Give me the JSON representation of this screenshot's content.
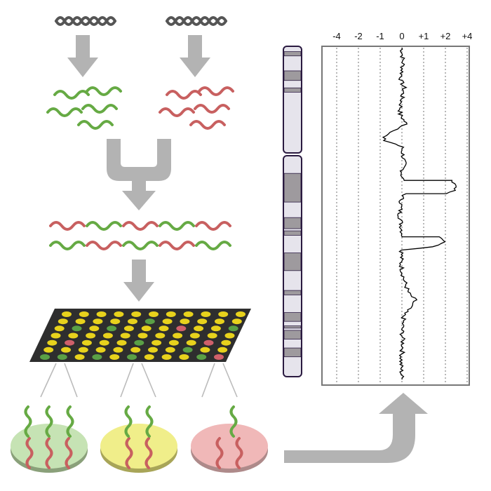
{
  "diagram": {
    "colors": {
      "dna_strand": "#555555",
      "arrow_gray": "#b3b3b3",
      "green_fragment": "#66aa44",
      "red_fragment": "#c86060",
      "array_background": "#2e2e2e",
      "spot_yellow": "#e8d21c",
      "spot_green": "#5aa046",
      "spot_red": "#d0606a",
      "dish_green": "#c6e3b4",
      "dish_yellow": "#f0ee8a",
      "dish_red": "#f0b8b8",
      "chromosome_band_dark": "#9e9a9e",
      "chromosome_band_light": "#e6e4ec",
      "chromosome_outline": "#2a1a40",
      "profile_line": "#000000"
    },
    "icons": [
      "dna-strand-icon",
      "fragment-icon",
      "merge-arrow-icon",
      "microarray-icon",
      "hybridization-dish-icon",
      "chromosome-ideogram-icon"
    ],
    "array_red_spots": [
      [
        2,
        7
      ],
      [
        4,
        1
      ],
      [
        4,
        9
      ],
      [
        6,
        10
      ]
    ],
    "array_green_spots": [
      [
        1,
        5
      ],
      [
        2,
        1
      ],
      [
        2,
        3
      ],
      [
        2,
        10
      ],
      [
        4,
        5
      ],
      [
        5,
        8
      ],
      [
        6,
        0
      ],
      [
        6,
        1
      ],
      [
        6,
        3
      ],
      [
        6,
        5
      ],
      [
        6,
        9
      ]
    ],
    "dishes": [
      {
        "color": "green",
        "unbound_strands": 3,
        "hybridized_strands": 3
      },
      {
        "color": "yellow",
        "unbound_strands": 2,
        "hybridized_strands": 2
      },
      {
        "color": "red",
        "unbound_strands": 1,
        "hybridized_strands": 2
      }
    ],
    "chromosome_bands": {
      "p_arm": [
        [
          0.05,
          0.09,
          "dark"
        ],
        [
          0.23,
          0.32,
          "dark"
        ],
        [
          0.39,
          0.43,
          "dark"
        ]
      ],
      "q_arm": [
        [
          0.08,
          0.21,
          "dark"
        ],
        [
          0.28,
          0.33,
          "dark"
        ],
        [
          0.34,
          0.36,
          "dark"
        ],
        [
          0.44,
          0.52,
          "dark"
        ],
        [
          0.61,
          0.63,
          "dark"
        ],
        [
          0.71,
          0.75,
          "dark"
        ],
        [
          0.77,
          0.78,
          "dark"
        ],
        [
          0.79,
          0.83,
          "dark"
        ],
        [
          0.87,
          0.91,
          "dark"
        ]
      ]
    }
  },
  "chart_data": {
    "type": "line",
    "title": "",
    "xlabel": "",
    "ylabel": "",
    "x_ticks": [
      -4,
      -2,
      -1,
      0,
      1,
      2,
      4
    ],
    "x_tick_labels": [
      "-4",
      "-2",
      "-1",
      "0",
      "+1",
      "+2",
      "+4"
    ],
    "x_axis_position": "top",
    "grid": "dotted vertical lines at each tick",
    "orientation": "vertical profile along chromosome (top to bottom)",
    "y_range": [
      0,
      1
    ],
    "series": [
      {
        "values": [
          [
            0.0,
            0.0
          ],
          [
            0.05,
            0.05
          ],
          [
            0.1,
            -0.05
          ],
          [
            0.12,
            0.1
          ],
          [
            0.15,
            0.0
          ],
          [
            0.2,
            -0.1
          ],
          [
            0.23,
            0.2
          ],
          [
            0.25,
            -0.3
          ],
          [
            0.27,
            -0.9
          ],
          [
            0.28,
            -0.8
          ],
          [
            0.29,
            -0.3
          ],
          [
            0.3,
            0.0
          ],
          [
            0.35,
            0.1
          ],
          [
            0.38,
            0.0
          ],
          [
            0.4,
            0.05
          ],
          [
            0.4,
            2.5
          ],
          [
            0.41,
            2.9
          ],
          [
            0.42,
            3.0
          ],
          [
            0.43,
            2.8
          ],
          [
            0.44,
            2.0
          ],
          [
            0.44,
            0.2
          ],
          [
            0.45,
            0.0
          ],
          [
            0.5,
            -0.1
          ],
          [
            0.55,
            0.0
          ],
          [
            0.57,
            0.05
          ],
          [
            0.57,
            1.8
          ],
          [
            0.58,
            2.0
          ],
          [
            0.59,
            1.9
          ],
          [
            0.6,
            1.5
          ],
          [
            0.61,
            0.0
          ],
          [
            0.65,
            -0.05
          ],
          [
            0.7,
            0.1
          ],
          [
            0.74,
            0.3
          ],
          [
            0.76,
            0.6
          ],
          [
            0.78,
            0.4
          ],
          [
            0.8,
            0.1
          ],
          [
            0.85,
            0.0
          ],
          [
            0.9,
            0.05
          ],
          [
            0.95,
            -0.05
          ],
          [
            1.0,
            0.0
          ]
        ]
      }
    ]
  }
}
